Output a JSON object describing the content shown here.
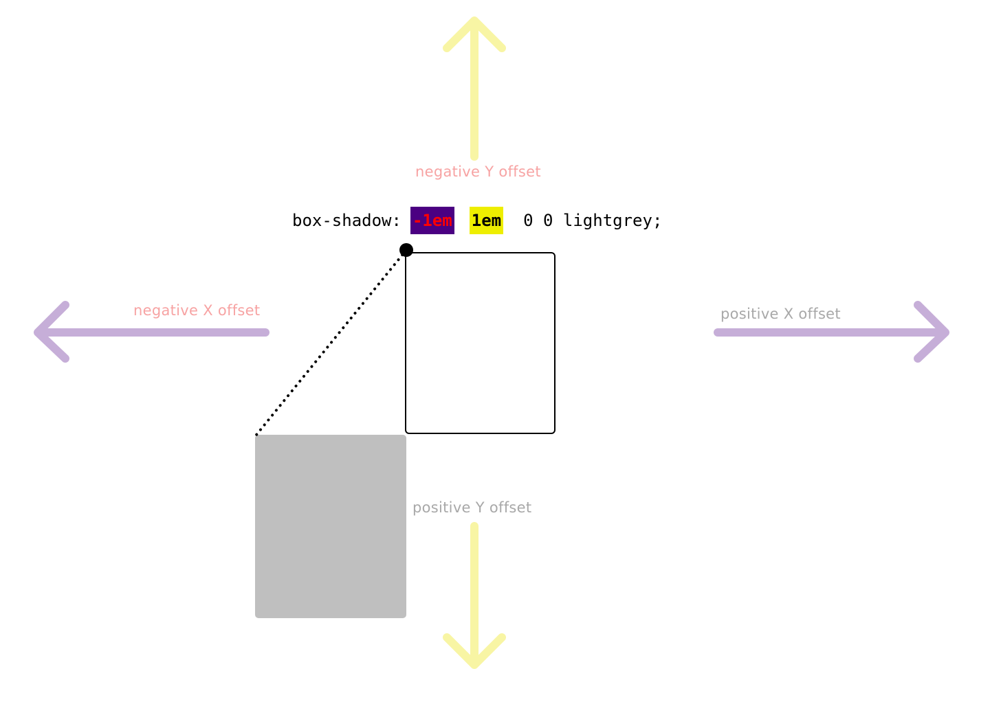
{
  "labels": {
    "negative_y": "negative Y offset",
    "positive_y": "positive Y offset",
    "negative_x": "negative X offset",
    "positive_x": "positive X offset"
  },
  "code": {
    "property": "box-shadow:",
    "x_offset": "-1em",
    "y_offset": "1em",
    "rest": "0 0 lightgrey;"
  },
  "colors": {
    "y_arrow": "#f8f5a4",
    "x_arrow": "#c6aed8",
    "negative_label": "#f7a3a3",
    "positive_label": "#a8a8a8",
    "x_highlight_bg": "#4b0082",
    "x_highlight_text": "#ff0000",
    "y_highlight_bg": "#eeee00",
    "shadow_fill": "#bfbfbf"
  }
}
